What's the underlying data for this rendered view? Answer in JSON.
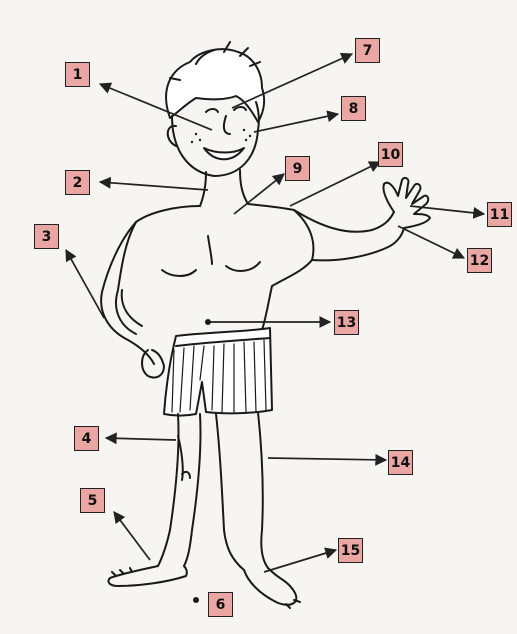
{
  "colors": {
    "background": "#f6f5f1",
    "label_fill": "#e9a6a3",
    "ink": "#1a1a1a",
    "arrow": "#222222"
  },
  "labels": [
    "1",
    "2",
    "3",
    "4",
    "5",
    "6",
    "7",
    "8",
    "9",
    "10",
    "11",
    "12",
    "13",
    "14",
    "15"
  ],
  "illustration": {
    "subject": "boy-figure",
    "pointers": 15
  }
}
